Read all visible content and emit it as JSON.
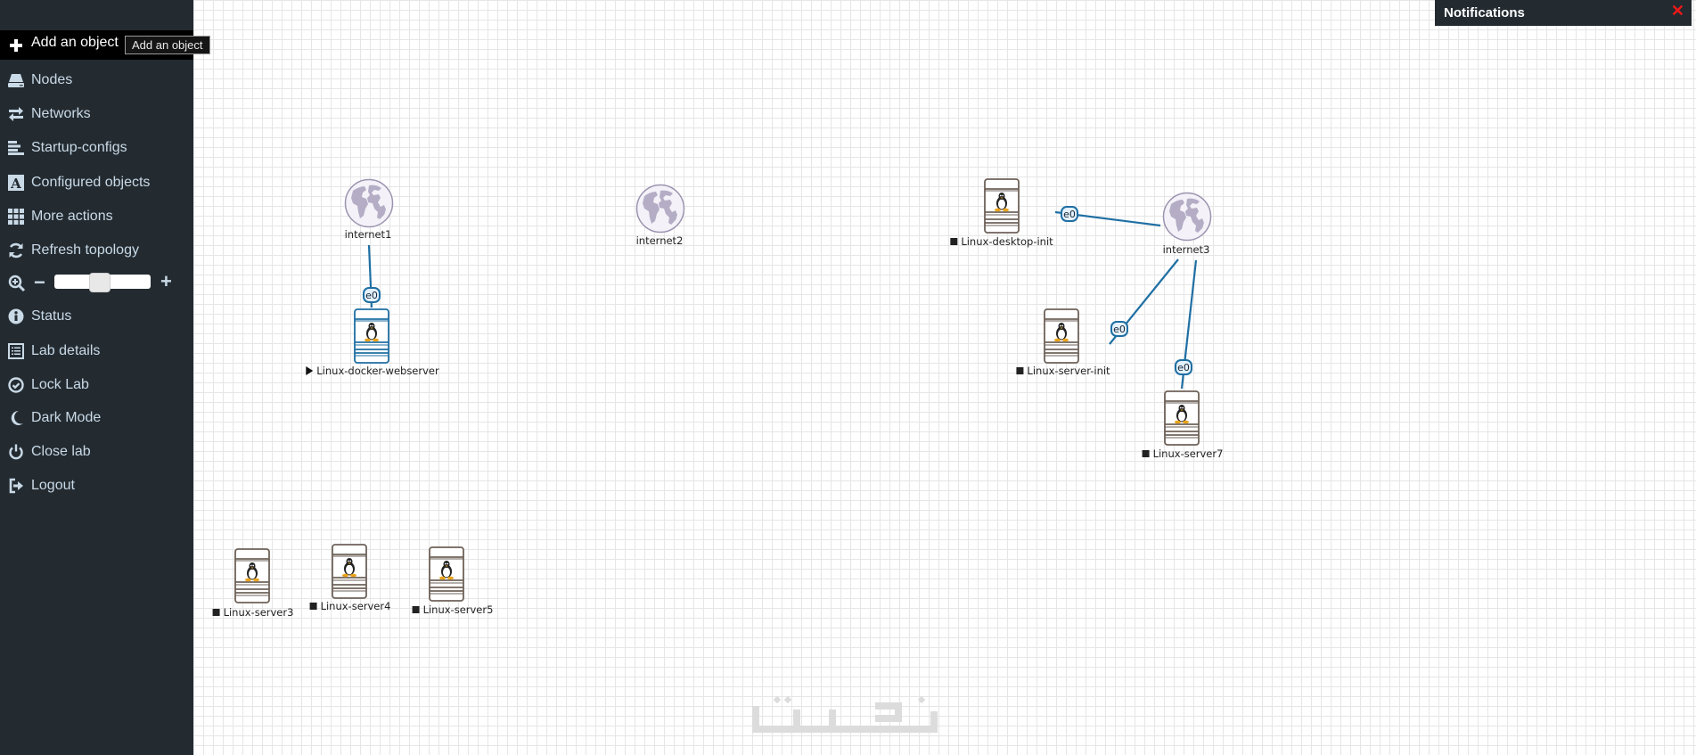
{
  "sidebar": {
    "items": [
      {
        "id": "add-object",
        "label": "Add an object",
        "icon": "plus-icon",
        "active": true
      },
      {
        "id": "nodes",
        "label": "Nodes",
        "icon": "hard-drive-icon"
      },
      {
        "id": "networks",
        "label": "Networks",
        "icon": "exchange-arrows-icon"
      },
      {
        "id": "startup-configs",
        "label": "Startup-configs",
        "icon": "align-left-icon"
      },
      {
        "id": "configured-objects",
        "label": "Configured objects",
        "icon": "font-a-icon"
      },
      {
        "id": "more-actions",
        "label": "More actions",
        "icon": "grid-icon"
      },
      {
        "id": "refresh-topology",
        "label": "Refresh topology",
        "icon": "refresh-icon"
      },
      {
        "id": "status",
        "label": "Status",
        "icon": "info-icon"
      },
      {
        "id": "lab-details",
        "label": "Lab details",
        "icon": "list-icon"
      },
      {
        "id": "lock-lab",
        "label": "Lock Lab",
        "icon": "check-circle-icon"
      },
      {
        "id": "dark-mode",
        "label": "Dark Mode",
        "icon": "moon-icon"
      },
      {
        "id": "close-lab",
        "label": "Close lab",
        "icon": "power-icon"
      },
      {
        "id": "logout",
        "label": "Logout",
        "icon": "sign-out-icon"
      }
    ],
    "tooltip": "Add an object",
    "zoom": {
      "minus": "−",
      "plus": "+",
      "level_percent": 47
    }
  },
  "notifications": {
    "title": "Notifications",
    "close": "✕"
  },
  "topology": {
    "networks": [
      {
        "id": "internet1",
        "label": "internet1"
      },
      {
        "id": "internet2",
        "label": "internet2"
      },
      {
        "id": "internet3",
        "label": "internet3"
      }
    ],
    "nodes": [
      {
        "id": "docker",
        "label": "Linux-docker-webserver",
        "state": "running"
      },
      {
        "id": "desktop",
        "label": "Linux-desktop-init",
        "state": "stopped"
      },
      {
        "id": "serverinit",
        "label": "Linux-server-init",
        "state": "stopped"
      },
      {
        "id": "server7",
        "label": "Linux-server7",
        "state": "stopped"
      },
      {
        "id": "server3",
        "label": "Linux-server3",
        "state": "stopped"
      },
      {
        "id": "server4",
        "label": "Linux-server4",
        "state": "stopped"
      },
      {
        "id": "server5",
        "label": "Linux-server5",
        "state": "stopped"
      }
    ],
    "links": [
      {
        "from": "internet1",
        "to": "docker",
        "iface": "e0"
      },
      {
        "from": "internet3",
        "to": "desktop",
        "iface": "e0"
      },
      {
        "from": "internet3",
        "to": "serverinit",
        "iface": "e0"
      },
      {
        "from": "internet3",
        "to": "server7",
        "iface": "e0"
      }
    ]
  },
  "colors": {
    "sidebar_bg": "#232b31",
    "link": "#1f6fa3",
    "globe": "#b5adc6",
    "close_x": "#f01818"
  }
}
